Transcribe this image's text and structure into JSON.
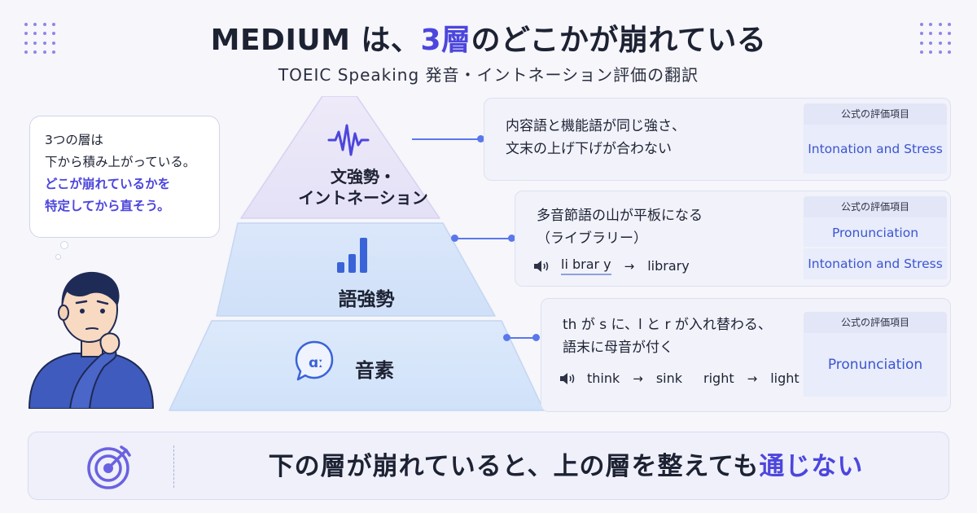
{
  "header": {
    "title_prefix": "MEDIUM は、",
    "title_accent": "3層",
    "title_suffix": "のどこかが崩れている",
    "subtitle": "TOEIC Speaking 発音・イントネーション評価の翻訳"
  },
  "bubble": {
    "line1": "3つの層は",
    "line2": "下から積み上がっている。",
    "line3": "どこが崩れているかを",
    "line4": "特定してから直そう。"
  },
  "pyramid": {
    "top_label_1": "文強勢・",
    "top_label_2": "イントネーション",
    "middle_label": "語強勢",
    "bottom_label": "音素",
    "bottom_icon_text": "ɑː"
  },
  "cards": {
    "top": {
      "desc_1": "内容語と機能語が同じ強さ、",
      "desc_2": "文末の上げ下げが合わない",
      "crit_head": "公式の評価項目",
      "crit_1": "Intonation and Stress"
    },
    "middle": {
      "desc_1": "多音節語の山が平板になる",
      "desc_2": "（ライブラリー）",
      "ex_wrong": "li brar y",
      "ex_right": "library",
      "crit_head": "公式の評価項目",
      "crit_1": "Pronunciation",
      "crit_2": "Intonation and Stress"
    },
    "bottom": {
      "desc_1": "th が s に、l と r が入れ替わる、",
      "desc_2": "語末に母音が付く",
      "ex_1a": "think",
      "ex_1b": "sink",
      "ex_2a": "right",
      "ex_2b": "light",
      "crit_head": "公式の評価項目",
      "crit_1": "Pronunciation"
    }
  },
  "arrow_glyph": "→",
  "banner": {
    "msg_prefix": "下の層が崩れていると、上の層を整えても",
    "msg_accent": "通じない"
  },
  "colors": {
    "accent": "#4c46dd",
    "link": "#5a78ec"
  }
}
